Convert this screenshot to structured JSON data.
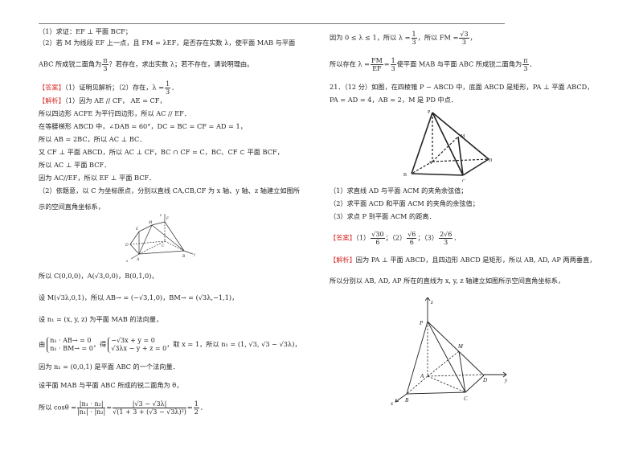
{
  "left_column": {
    "q_part1": "（1）求证：EF ⊥ 平面 BCF；",
    "q_part2_a": "（2）若 M 为线段 EF 上一点，且 FM = λEF，是否存在实数 λ，使平面 MAB 与平面",
    "q_part2_b_pre": "ABC 所成锐二面角为",
    "q_part2_b_frac_n": "π",
    "q_part2_b_frac_d": "3",
    "q_part2_b_post": "？若存在，求出实数 λ；若不存在，请说明理由。",
    "answer_tag": "【答案】",
    "answer_text": "（1）证明见解析；（2）存在，λ =",
    "answer_frac_n": "1",
    "answer_frac_d": "3",
    "analysis_tag": "【解析】",
    "analysis_lines": [
      "（1）因为 AE // CF， AE = CF，",
      "所以四边形 ACFE 为平行四边形，所以 AC // EF．",
      "在等腰梯形 ABCD 中，∠DAB = 60°，DC = BC = CF = AD = 1，",
      "所以 AB = 2BC，所以 AC ⊥ BC．",
      "又 CF ⊥ 平面 ABCD，所以 AC ⊥ CF，BC ∩ CF = C，BC、CF ⊂ 平面 BCF，",
      "所以 AC ⊥ 平面 BCF．",
      "因为 AC//EF，所以 EF ⊥ 平面 BCF．",
      "（2）依题意，以 C 为坐标原点，分别以直线 CA,CB,CF 为 x 轴、y 轴、z 轴建立如图所",
      "示的空间直角坐标系，"
    ],
    "coords_line": "所以 C(0,0,0)，A(√3,0,0)，B(0,1,0)，",
    "set_m_line": "设 M(√3λ,0,1)，所以 AB→ = (−√3,1,0)，BM→ = (√3λ,−1,1)，",
    "normal_line": "设 n₁ = (x, y, z) 为平面 MAB 的法向量，",
    "system_pre": "由",
    "system_eq1": "n₁ · AB→ = 0",
    "system_eq2": "n₁ · BM→ = 0",
    "system_mid": "，得",
    "system_res1": "−√3x + y = 0",
    "system_res2": "√3λx − y + z = 0",
    "system_post": "，取 x = 1，所以 n₁ = (1, √3, √3 − √3λ)，",
    "n2_line": "因为 n₂ = (0,0,1) 是平面 ABC 的一个法向量．",
    "theta_line": "设平面 MAB 与平面 ABC 所成的锐二面角为 θ，",
    "cos_pre": "所以 cosθ =",
    "cos_frac1_n": "|n₁ · n₂|",
    "cos_frac1_d": "|n₁| · |n₂|",
    "cos_frac2_n": "|√3 − √3λ|",
    "cos_frac2_d": "√(1 + 3 + (√3 − √3λ)²)",
    "cos_frac3_n": "1",
    "cos_frac3_d": "2",
    "figure1_labels": {
      "z": "z",
      "F": "F",
      "M": "M",
      "E": "E",
      "D": "D",
      "C": "C",
      "A": "A",
      "B": "B",
      "x": "x",
      "y": "y"
    }
  },
  "right_column": {
    "range_line_pre": "因为 0 ≤ λ ≤ 1，所以 λ =",
    "range_frac_n": "1",
    "range_frac_d": "3",
    "range_mid": "，所以 FM =",
    "fm_frac_n": "√3",
    "fm_frac_d": "3",
    "exist_pre": "所以存在 λ =",
    "exist_frac1_n": "FM",
    "exist_frac1_d": "EF",
    "exist_frac2_n": "1",
    "exist_frac2_d": "3",
    "exist_post": "使平面 MAB 与平面 ABC 所成锐二面角为",
    "exist_frac3_n": "π",
    "exist_frac3_d": "3",
    "q21_line1": "21．（12 分）如图，在四棱锥 P − ABCD 中，底面 ABCD 是矩形，PA ⊥ 平面 ABCD，",
    "q21_line2": "PA = AD = 4，AB = 2，M 是 PD 中点．",
    "figure2_labels": {
      "P": "P",
      "M": "M",
      "A": "A",
      "B": "B",
      "C": "C",
      "D": "D"
    },
    "q21_parts": [
      "（1）求直线 AD 与平面 ACM 的夹角余弦值；",
      "（2）求平面 ACD 和平面 ACM 的夹角的余弦值；",
      "（3）求点 P 到平面 ACM 的距离．"
    ],
    "answer_tag": "【答案】",
    "ans1_label": "（1）",
    "ans1_n": "√30",
    "ans1_d": "6",
    "ans2_label": "；（2）",
    "ans2_n": "√6",
    "ans2_d": "6",
    "ans3_label": "；（3）",
    "ans3_n": "2√6",
    "ans3_d": "3",
    "analysis_tag": "【解析】",
    "analysis_line1": "因为 PA ⊥ 平面 ABCD，且四边形 ABCD 是矩形，所以 AB, AD, AP 两两垂直，",
    "analysis_line2": "所以分别以 AB, AD, AP 所在的直线为 x, y, z 轴建立如图所示空间直角坐标系，",
    "figure3_labels": {
      "z": "z",
      "P": "P",
      "M": "M",
      "A": "A",
      "D": "D",
      "y": "y",
      "B": "B",
      "C": "C",
      "x": "x"
    }
  },
  "colors": {
    "tag": "#d9302c",
    "text": "#222222",
    "rule": "#777777"
  }
}
